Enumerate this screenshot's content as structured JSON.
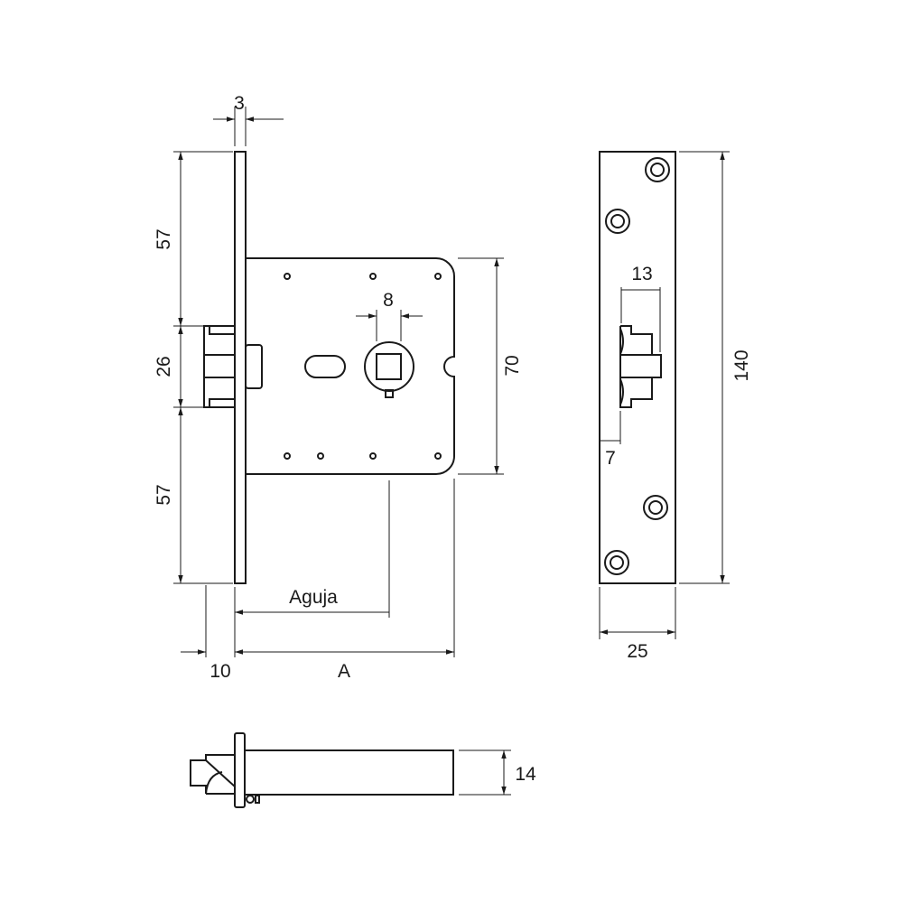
{
  "drawing": {
    "front_view": {
      "dim_faceplate_thickness": "3",
      "dim_upper": "57",
      "dim_latch": "26",
      "dim_lower": "57",
      "dim_body_height": "70",
      "dim_follower": "8",
      "dim_backset_label": "Aguja",
      "dim_projection": "10",
      "dim_case_depth": "A"
    },
    "side_view": {
      "dim_bolt_projection": "13",
      "dim_bolt_offset": "7",
      "dim_faceplate_height": "140",
      "dim_faceplate_width": "25"
    },
    "top_view": {
      "dim_case_thickness": "14"
    }
  }
}
